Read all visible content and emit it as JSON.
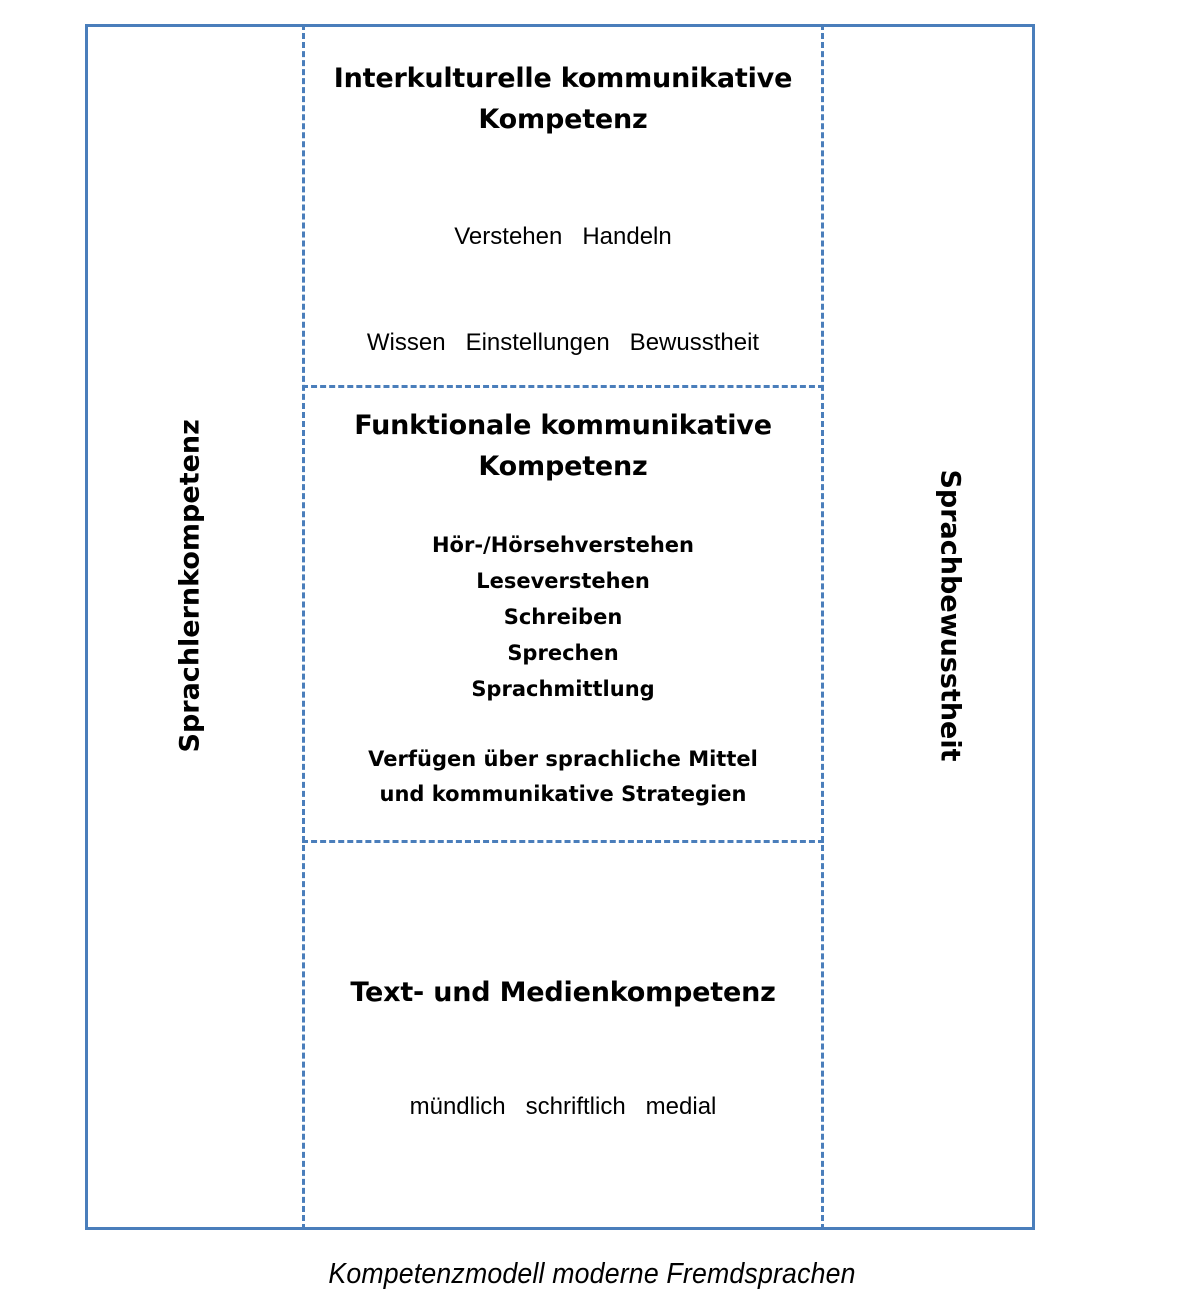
{
  "diagram": {
    "caption": "Kompetenzmodell moderne Fremdsprachen",
    "frame_color": "#4A7EBB",
    "text_color": "#000000",
    "side_labels": {
      "left": "Sprachlernkompetenz",
      "right": "Sprachbewusstheit"
    },
    "sections": {
      "intercultural": {
        "title": "Interkulturelle kommunikative\nKompetenz",
        "title_line_1": "Interkulturelle kommunikative",
        "title_line_2": "Kompetenz",
        "row_1": "Verstehen   Handeln",
        "row_2": "Wissen   Einstellungen   Bewusstheit"
      },
      "functional": {
        "title_line_1": "Funktionale kommunikative",
        "title_line_2": "Kompetenz",
        "skills": [
          "Hör-/Hörsehverstehen",
          "Leseverstehen",
          "Schreiben",
          "Sprechen",
          "Sprachmittlung"
        ],
        "means_line_1": "Verfügen über sprachliche Mittel",
        "means_line_2": "und kommunikative Strategien"
      },
      "text_media": {
        "title": "Text- und Medienkompetenz",
        "row": "mündlich   schriftlich   medial"
      }
    }
  }
}
